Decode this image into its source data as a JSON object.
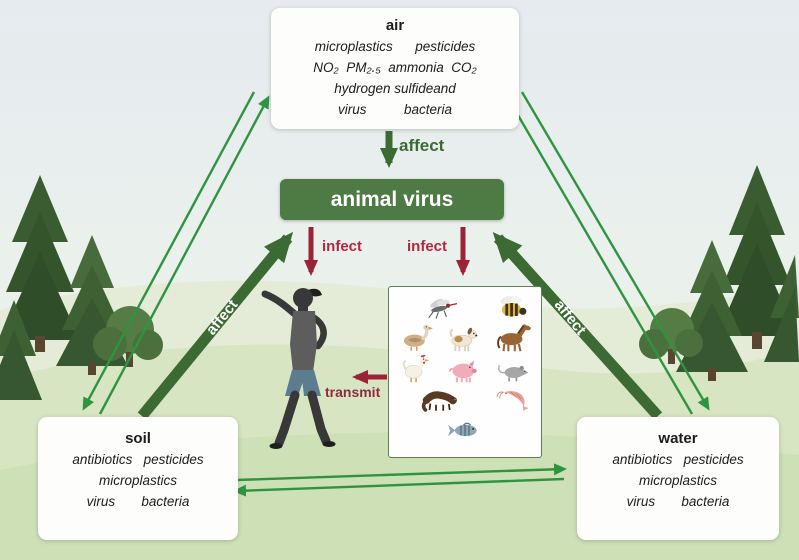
{
  "diagram": {
    "boxes": {
      "air": {
        "title": "air",
        "lines": [
          "microplastics      pesticides",
          "NO₂  PM₂.₅  ammonia  CO₂",
          "hydrogen sulfideand",
          "virus          bacteria"
        ]
      },
      "soil": {
        "title": "soil",
        "lines": [
          "antibiotics   pesticides",
          "microplastics",
          "virus       bacteria"
        ]
      },
      "water": {
        "title": "water",
        "lines": [
          "antibiotics   pesticides",
          "microplastics",
          "virus       bacteria"
        ]
      },
      "center": {
        "label": "animal virus"
      }
    },
    "labels": {
      "affect_top": "affect",
      "affect_left": "affect",
      "affect_right": "affect",
      "infect_left": "infect",
      "infect_right": "infect",
      "transmit": "transmit"
    },
    "icons": {
      "human": "human-figure",
      "animals": [
        "mosquito",
        "bee",
        "goose",
        "horse",
        "dog",
        "chicken",
        "pig",
        "rat",
        "mink",
        "shrimp",
        "fish"
      ]
    },
    "colors": {
      "virus_box_green": "#4e7b44",
      "arrow_dark_green": "#3c6a33",
      "arrow_light_green": "#2f9440",
      "arrow_maroon": "#9b2335",
      "infect_red": "#b22741"
    }
  }
}
